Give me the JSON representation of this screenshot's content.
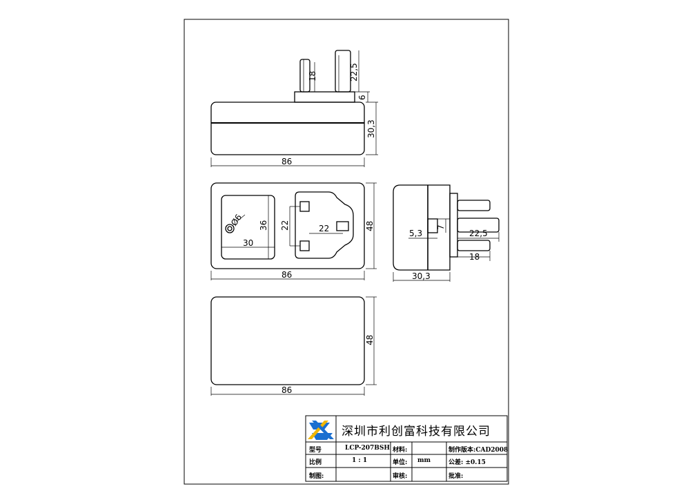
{
  "views": {
    "top": {
      "dim_pin_long": "22,5",
      "dim_pin_short": "18",
      "dim_base": "6",
      "dim_height": "30,3",
      "dim_width": "86"
    },
    "front": {
      "dim_inner_w": "30",
      "dim_inner_h": "36",
      "dim_hole": "Ø6",
      "dim_pin_gap_v": "22",
      "dim_pin_gap_h": "22",
      "dim_height": "48",
      "dim_width": "86"
    },
    "side": {
      "dim_a": "5,3",
      "dim_b": "7",
      "dim_c": "22,5",
      "dim_d": "18",
      "dim_width": "30,3"
    },
    "bottom": {
      "dim_height": "48",
      "dim_width": "86"
    }
  },
  "title_block": {
    "company": "深圳市利创富科技有限公司",
    "model_label": "型号",
    "model_value": "LCP-207BSH",
    "material_label": "材料:",
    "material_value": "",
    "version_label": "制作版本:CAD2008",
    "scale_label": "比例",
    "scale_value": "1 : 1",
    "unit_label": "单位:",
    "unit_value": "mm",
    "tolerance_label": "公差: ±0.15",
    "drawn_label": "制图:",
    "review_label": "审核:",
    "approve_label": "批准:"
  }
}
